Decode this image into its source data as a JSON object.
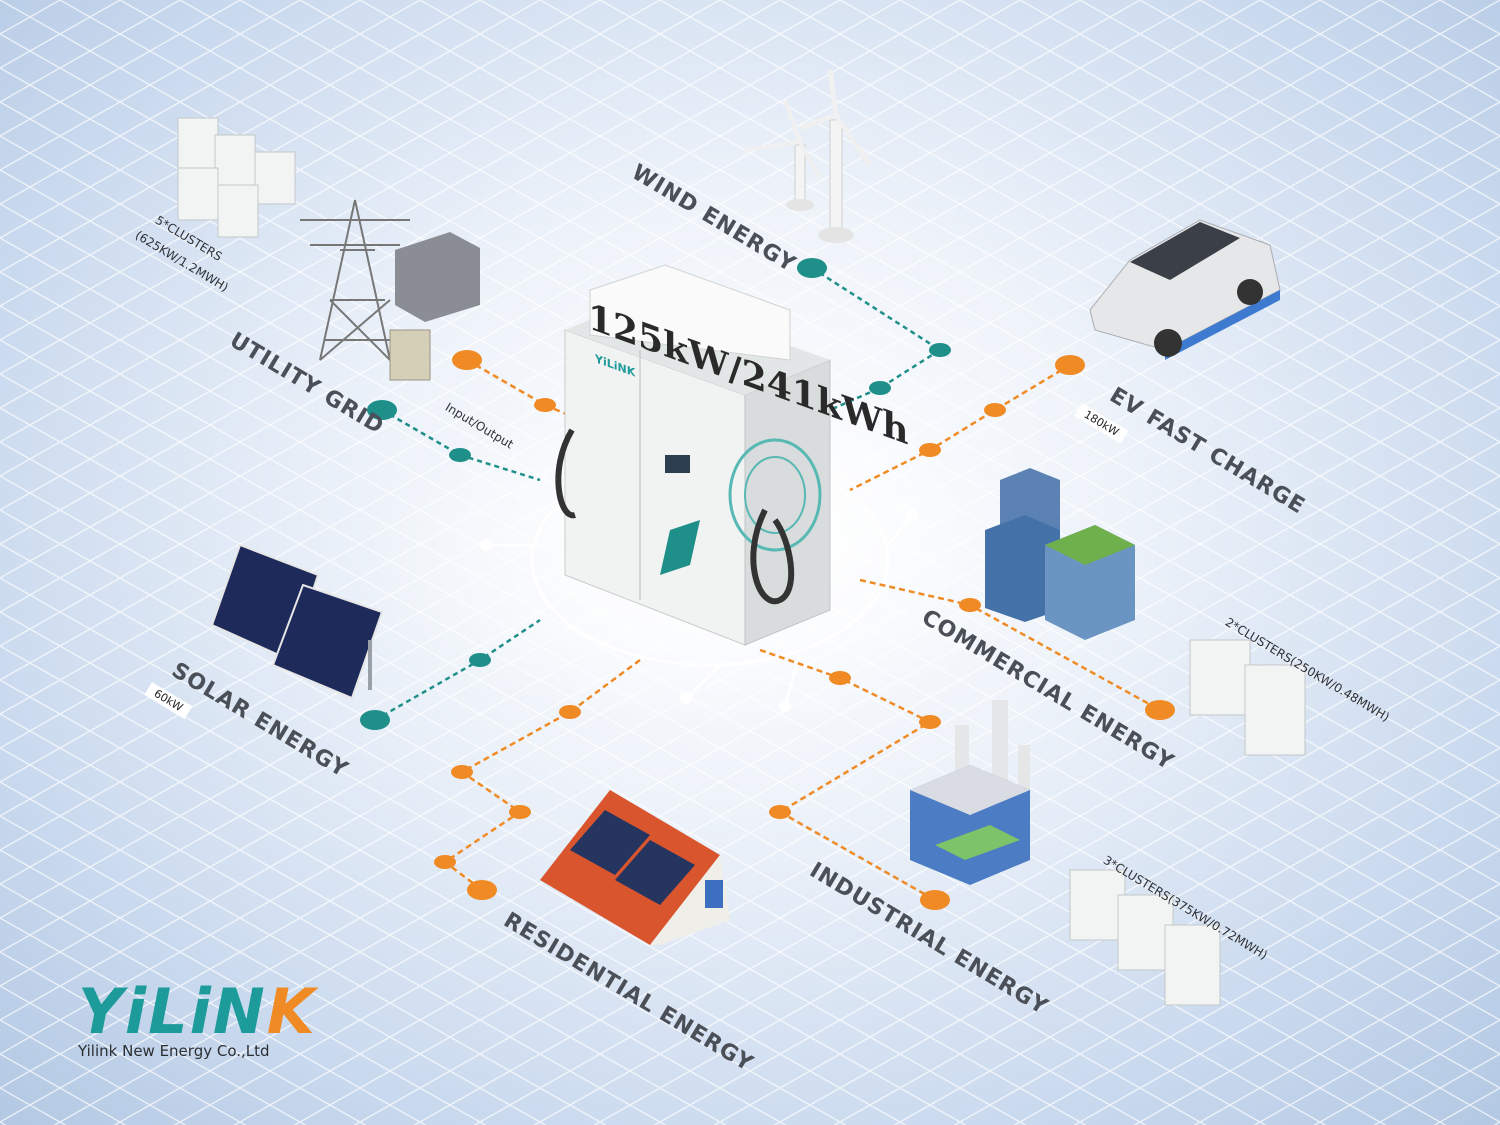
{
  "product": {
    "title": "125kW/241kWh",
    "port_label": "Input/Output",
    "brand": "YiLiNK"
  },
  "sources": {
    "wind": "WIND ENERGY",
    "utility": "UTILITY GRID",
    "utility_clusters_line1": "5*CLUSTERS",
    "utility_clusters_line2": "(625KW/1.2MWH)",
    "solar": "SOLAR ENERGY",
    "solar_power": "60kW"
  },
  "loads": {
    "ev": "EV FAST CHARGE",
    "ev_power": "180kW",
    "commercial": "COMMERCIAL ENERGY",
    "commercial_clusters": "2*CLUSTERS(250KW/0.48MWH)",
    "industrial": "INDUSTRIAL ENERGY",
    "industrial_clusters": "3*CLUSTERS(375KW/0.72MWH)",
    "residential": "RESIDENTIAL ENERGY"
  },
  "footer": {
    "logo_main": "YiLiN",
    "logo_accent": "K",
    "company": "Yilink New Energy Co.,Ltd"
  },
  "colors": {
    "teal": "#1f8f8a",
    "orange": "#f08a24",
    "grid_line": "#ffffff",
    "label": "#4b4f57"
  },
  "icons": [
    "wind-turbine-icon",
    "transmission-tower-icon",
    "transformer-icon",
    "solar-panel-icon",
    "electric-car-icon",
    "office-building-icon",
    "factory-icon",
    "house-icon",
    "battery-cabinet-icon"
  ]
}
